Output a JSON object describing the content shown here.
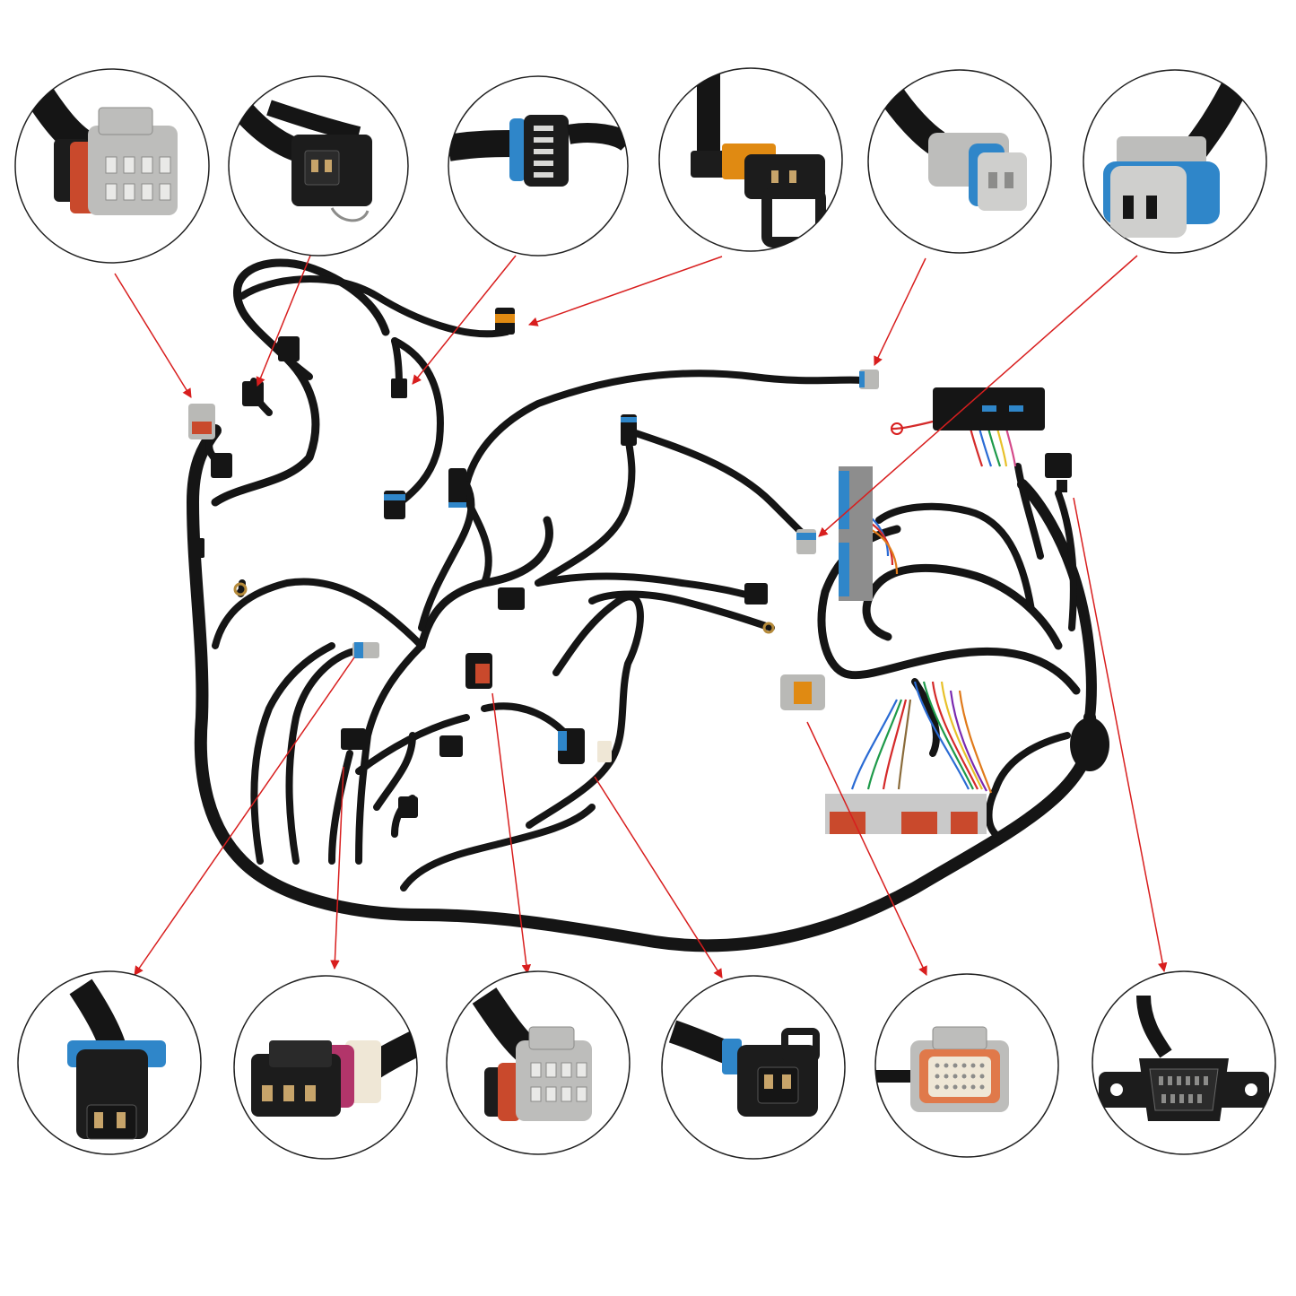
{
  "colors": {
    "background": "#ffffff",
    "wire": "#151515",
    "arrow": "#d81e1e",
    "circle_border": "#222222",
    "grey_connector": "#b9b9b6",
    "blue_seal": "#2f86c9",
    "orange_seal": "#e08a12",
    "red_seal": "#c9492c",
    "pink_seal": "#b2356a",
    "cream": "#efe7d6"
  },
  "callouts": {
    "top": [
      {
        "name": "callout-grey-8pin-connector",
        "icon": "grey-8-pin-connector-icon"
      },
      {
        "name": "callout-injector-connector",
        "icon": "injector-connector-icon"
      },
      {
        "name": "callout-blue-seal-5pin-connector",
        "icon": "blue-5-pin-connector-icon"
      },
      {
        "name": "callout-orange-seal-connector",
        "icon": "orange-seal-connector-icon"
      },
      {
        "name": "callout-grey-2pin-connector",
        "icon": "grey-2-pin-connector-icon"
      },
      {
        "name": "callout-grey-blue-2pin-connector",
        "icon": "grey-blue-2-pin-connector-icon"
      }
    ],
    "bottom": [
      {
        "name": "callout-black-2pin-blue-seal",
        "icon": "black-2-pin-connector-icon"
      },
      {
        "name": "callout-3pin-pink-seal",
        "icon": "3-pin-connector-icon"
      },
      {
        "name": "callout-grey-8pin-red-seal",
        "icon": "grey-8-pin-connector-icon"
      },
      {
        "name": "callout-black-square-connector",
        "icon": "black-square-connector-icon"
      },
      {
        "name": "callout-orange-bulkhead-connector",
        "icon": "bulkhead-connector-icon"
      },
      {
        "name": "callout-obd2-connector",
        "icon": "obd2-connector-icon"
      }
    ]
  }
}
